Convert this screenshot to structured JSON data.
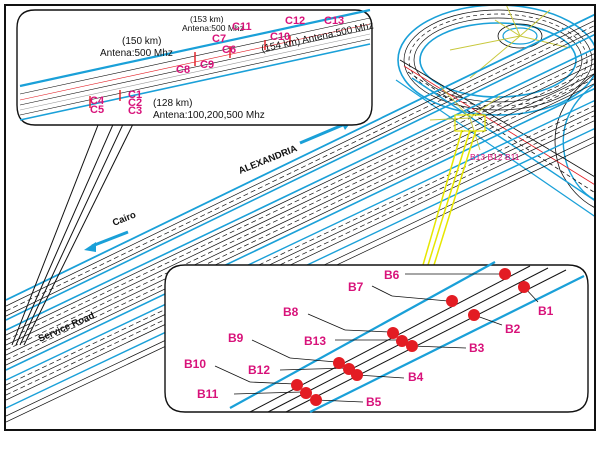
{
  "colors": {
    "blue": "#1aa0d8",
    "red": "#e31c23",
    "magenta": "#d8127a",
    "black": "#111111",
    "yellow": "#e6e600",
    "olive": "#c8c83c"
  },
  "main": {
    "alexandria_label": "ALEXANDRIA",
    "cairo_label": "Cairo",
    "service_road_label": "Service Road",
    "b_small_labels": "B13 B12 B11"
  },
  "inset_top": {
    "label_150": "(150 km)",
    "label_150_antenna": "Antena:500 Mhz",
    "label_153": "(153 km)",
    "label_153_antenna": "Antena:500 Mhz",
    "label_154": "(154 km) Antena:500 Mhz",
    "label_128": "(128 km)",
    "label_128_antenna": "Antena:100,200,500 Mhz",
    "c_labels": {
      "C1": "C1",
      "C2": "C2",
      "C3": "C3",
      "C4": "C4",
      "C5": "C5",
      "C6": "C6",
      "C7": "C7",
      "C8": "C8",
      "C9": "C9",
      "C10": "C10",
      "C11": "C11",
      "C12": "C12",
      "C13": "C13"
    }
  },
  "inset_bottom": {
    "b_labels": {
      "B1": "B1",
      "B2": "B2",
      "B3": "B3",
      "B4": "B4",
      "B5": "B5",
      "B6": "B6",
      "B7": "B7",
      "B8": "B8",
      "B9": "B9",
      "B10": "B10",
      "B11": "B11",
      "B12": "B12",
      "B13": "B13"
    }
  }
}
